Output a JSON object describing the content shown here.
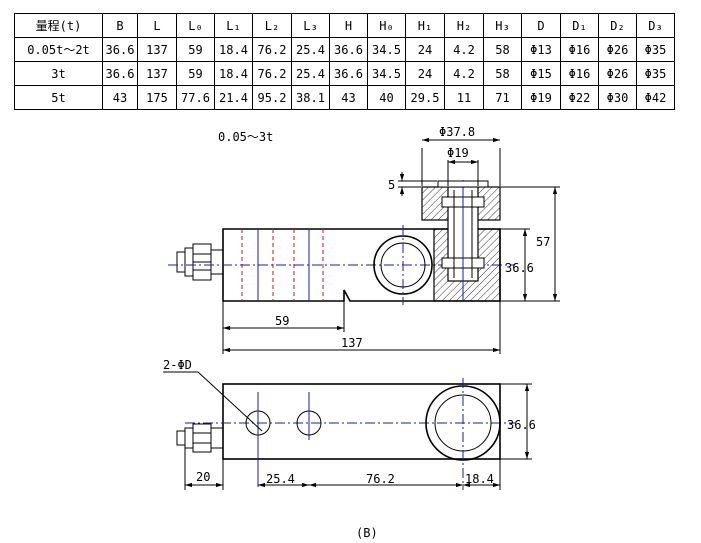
{
  "table": {
    "headers": [
      "量程(t)",
      "B",
      "L",
      "L₀",
      "L₁",
      "L₂",
      "L₃",
      "H",
      "H₀",
      "H₁",
      "H₂",
      "H₃",
      "D",
      "D₁",
      "D₂",
      "D₃"
    ],
    "rows": [
      [
        "0.05t～2t",
        "36.6",
        "137",
        "59",
        "18.4",
        "76.2",
        "25.4",
        "36.6",
        "34.5",
        "24",
        "4.2",
        "58",
        "Φ13",
        "Φ16",
        "Φ26",
        "Φ35"
      ],
      [
        "3t",
        "36.6",
        "137",
        "59",
        "18.4",
        "76.2",
        "25.4",
        "36.6",
        "34.5",
        "24",
        "4.2",
        "58",
        "Φ15",
        "Φ16",
        "Φ26",
        "Φ35"
      ],
      [
        "5t",
        "43",
        "175",
        "77.6",
        "21.4",
        "95.2",
        "38.1",
        "43",
        "40",
        "29.5",
        "11",
        "71",
        "Φ19",
        "Φ22",
        "Φ30",
        "Φ42"
      ]
    ]
  },
  "drawing": {
    "range_label": "0.05～3t",
    "dim_d378": "Φ37.8",
    "dim_d19": "Φ19",
    "dim_5": "5",
    "dim_57": "57",
    "dim_366_front": "36.6",
    "dim_59": "59",
    "dim_137": "137",
    "hole_label": "2-ΦD",
    "dim_366_top": "36.6",
    "dim_20": "20",
    "dim_254": "25.4",
    "dim_762": "76.2",
    "dim_184": "18.4",
    "caption": "(B)"
  }
}
